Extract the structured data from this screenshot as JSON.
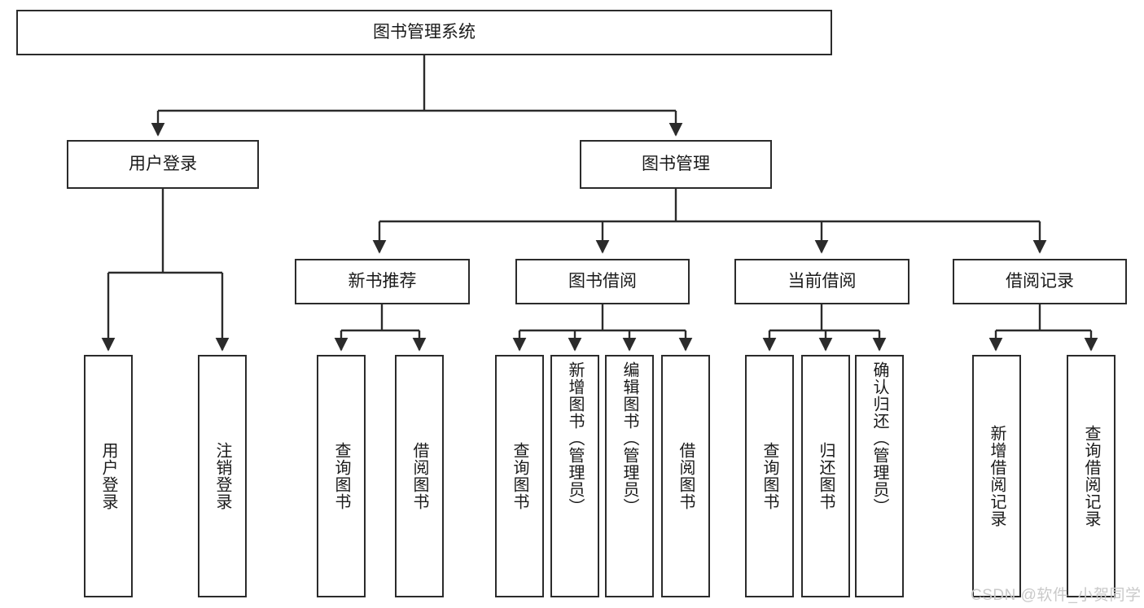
{
  "diagram": {
    "type": "tree",
    "title": "图书管理系统",
    "root": {
      "label": "图书管理系统"
    },
    "level2": [
      {
        "label": "用户登录"
      },
      {
        "label": "图书管理"
      }
    ],
    "level3": [
      {
        "label": "新书推荐"
      },
      {
        "label": "图书借阅"
      },
      {
        "label": "当前借阅"
      },
      {
        "label": "借阅记录"
      }
    ],
    "leaves": {
      "user_login": [
        {
          "label": "用户登录"
        },
        {
          "label": "注销登录"
        }
      ],
      "new_book_recommend": [
        {
          "label": "查询图书"
        },
        {
          "label": "借阅图书"
        }
      ],
      "book_borrow": [
        {
          "label": "查询图书"
        },
        {
          "label": "新增图书（管理员）"
        },
        {
          "label": "编辑图书（管理员）"
        },
        {
          "label": "借阅图书"
        }
      ],
      "current_borrow": [
        {
          "label": "查询图书"
        },
        {
          "label": "归还图书"
        },
        {
          "label": "确认归还（管理员）"
        }
      ],
      "borrow_record": [
        {
          "label": "新增借阅记录"
        },
        {
          "label": "查询借阅记录"
        }
      ]
    }
  },
  "watermark": {
    "text": "CSDN @软件_小贺同学"
  },
  "colors": {
    "stroke": "#2b2b2b",
    "background": "#ffffff",
    "text": "#1a1a1a",
    "watermark": "#c9c9c9"
  }
}
